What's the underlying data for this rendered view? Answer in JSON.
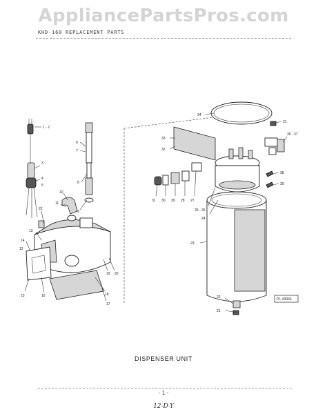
{
  "watermark": "AppliancePartsPros.com",
  "header": "KHD-160 REPLACEMENT PARTS",
  "caption": "DISPENSER UNIT",
  "page_number": "- 1 -",
  "handwritten_note": "12-D-Y",
  "plate_id": "PL-43066",
  "callouts": {
    "c1_2": "1 - 2",
    "c3": "3",
    "c4": "4",
    "c5": "5",
    "c6": "6",
    "c7": "7",
    "c8": "8",
    "c9": "9",
    "c10": "10",
    "c11": "11",
    "c12": "12",
    "c13": "13",
    "c14": "14",
    "c15": "15",
    "c16": "16",
    "c17": "17",
    "c18": "18",
    "c19": "19",
    "c20": "20",
    "c21": "21",
    "c22": "22",
    "c23": "23",
    "c24": "24",
    "c25_26": "25 - 26",
    "c27": "27",
    "c28": "28",
    "c29": "29",
    "c30": "30",
    "c31": "31",
    "c32": "32",
    "c33": "33",
    "c34": "34",
    "c35_37": "35 - 37",
    "c38": "38",
    "c39": "39",
    "c21b": "21"
  }
}
